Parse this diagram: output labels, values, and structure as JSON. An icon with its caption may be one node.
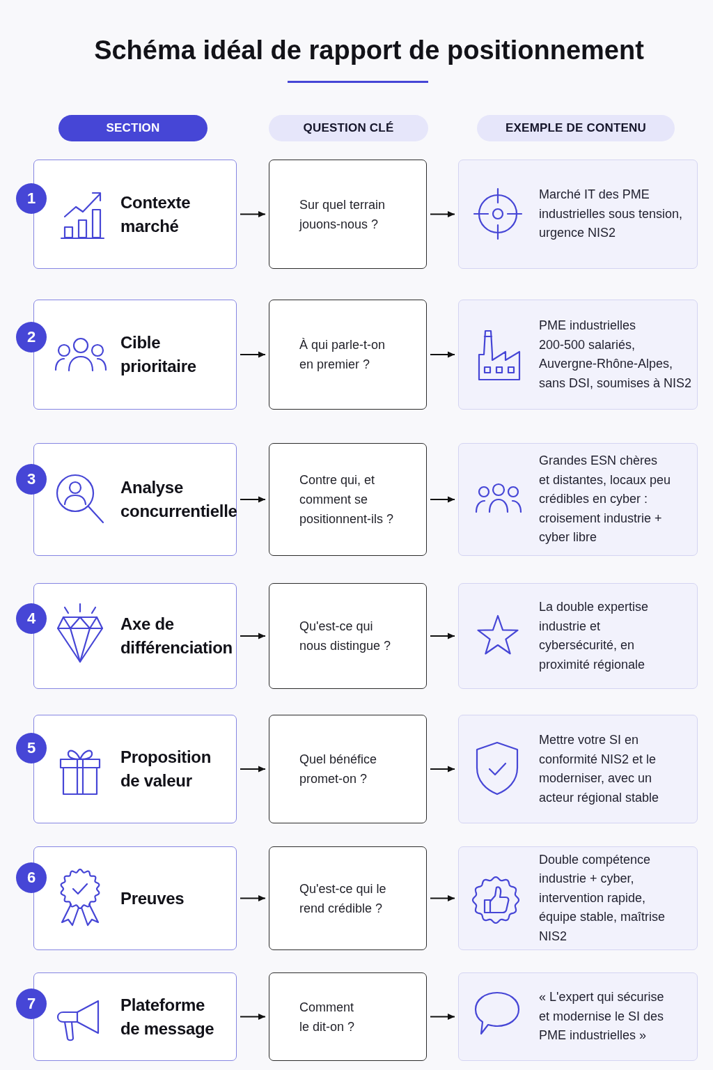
{
  "diagram": {
    "title": "Schéma idéal de rapport de positionnement",
    "nodes": [
      {
        "text": [
          "SECTION"
        ]
      },
      {
        "text": [
          "QUESTION CLÉ"
        ]
      },
      {
        "text": [
          "EXEMPLE DE CONTENU"
        ]
      },
      {
        "text": [
          "1"
        ]
      },
      {
        "text": [
          "Contexte marché"
        ]
      },
      {
        "text": [
          "Sur quel terrain jouons-nous ?"
        ]
      },
      {
        "text": [
          "Marché IT des PME industrielles sous tension, urgence NIS2"
        ]
      },
      {
        "text": [
          "2"
        ]
      },
      {
        "text": [
          "Cible prioritaire"
        ]
      },
      {
        "text": [
          "À qui parle-t-on en premier ?"
        ]
      },
      {
        "text": [
          "PME industrielles 200-500 salariés, Auvergne-Rhône-Alpes, sans DSI, soumises à NIS2"
        ]
      },
      {
        "text": [
          "3"
        ]
      },
      {
        "text": [
          "Analyse concurrentielle"
        ]
      },
      {
        "text": [
          "Contre qui, et comment se positionnent-ils ?"
        ]
      },
      {
        "text": [
          "Grandes ESN chères et distantes, locaux peu crédibles en cyber : croisement industrie + cyber libre"
        ]
      },
      {
        "text": [
          "4"
        ]
      },
      {
        "text": [
          "Axe de différenciation"
        ]
      },
      {
        "text": [
          "Qu'est-ce qui nous distingue ?"
        ]
      },
      {
        "text": [
          "La double expertise industrie et cybersécurité, en proximité régionale"
        ]
      },
      {
        "text": [
          "5"
        ]
      },
      {
        "text": [
          "Proposition de valeur"
        ]
      },
      {
        "text": [
          "Quel bénéfice promet-on ?"
        ]
      },
      {
        "text": [
          "Mettre votre SI en conformité NIS2 et le moderniser, avec un acteur régional stable"
        ]
      },
      {
        "text": [
          "6"
        ]
      },
      {
        "text": [
          "Preuves"
        ]
      },
      {
        "text": [
          "Qu'est-ce qui le rend crédible ?"
        ]
      },
      {
        "text": [
          "Double compétence industrie + cyber, intervention rapide, équipe stable, maîtrise NIS2"
        ]
      },
      {
        "text": [
          "7"
        ]
      },
      {
        "text": [
          "Plateforme de message"
        ]
      },
      {
        "text": [
          "Comment le dit-on ?"
        ]
      },
      {
        "text": [
          "« L'expert qui sécurise et modernise le SI des PME industrielles »"
        ]
      }
    ],
    "edges": [
      {
        "from": 4,
        "to": 5,
        "arrow": "to"
      },
      {
        "from": 5,
        "to": 6,
        "arrow": "to"
      },
      {
        "from": 8,
        "to": 9,
        "arrow": "to"
      },
      {
        "from": 9,
        "to": 10,
        "arrow": "to"
      },
      {
        "from": 12,
        "to": 13,
        "arrow": "to"
      },
      {
        "from": 13,
        "to": 14,
        "arrow": "to"
      },
      {
        "from": 16,
        "to": 17,
        "arrow": "to"
      },
      {
        "from": 17,
        "to": 18,
        "arrow": "to"
      },
      {
        "from": 20,
        "to": 21,
        "arrow": "to"
      },
      {
        "from": 21,
        "to": 22,
        "arrow": "to"
      },
      {
        "from": 24,
        "to": 25,
        "arrow": "to"
      },
      {
        "from": 25,
        "to": 26,
        "arrow": "to"
      },
      {
        "from": 28,
        "to": 29,
        "arrow": "to"
      },
      {
        "from": 29,
        "to": 30,
        "arrow": "to"
      }
    ]
  }
}
